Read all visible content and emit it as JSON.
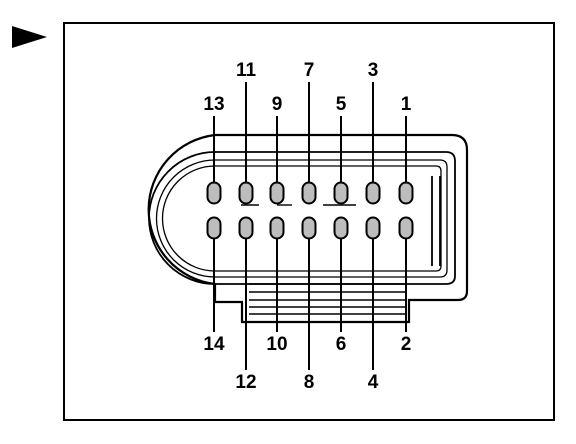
{
  "colors": {
    "ink": "#000000",
    "pin_fill": "#bdbdbd",
    "background": "#ffffff"
  },
  "pointer": {
    "icon": "right-triangle-arrow-icon"
  },
  "connector": {
    "pins": [
      {
        "label": "1"
      },
      {
        "label": "2"
      },
      {
        "label": "3"
      },
      {
        "label": "4"
      },
      {
        "label": "5"
      },
      {
        "label": "6"
      },
      {
        "label": "7"
      },
      {
        "label": "8"
      },
      {
        "label": "9"
      },
      {
        "label": "10"
      },
      {
        "label": "11"
      },
      {
        "label": "12"
      },
      {
        "label": "13"
      },
      {
        "label": "14"
      }
    ]
  }
}
